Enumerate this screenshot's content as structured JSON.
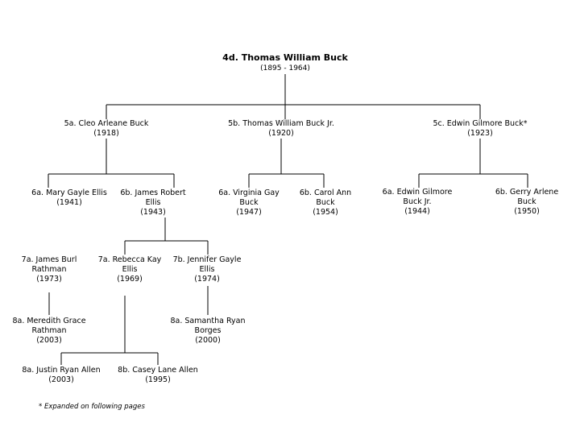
{
  "root": {
    "name": "4d. Thomas William Buck",
    "years": "(1895 - 1964)"
  },
  "gen5": [
    {
      "lines": [
        "5a. Cleo Arleane Buck"
      ],
      "years": "(1918)"
    },
    {
      "lines": [
        "5b. Thomas William Buck Jr."
      ],
      "years": "(1920)"
    },
    {
      "lines": [
        "5c. Edwin Gilmore Buck*"
      ],
      "years": "(1923)"
    }
  ],
  "gen6": [
    {
      "lines": [
        "6a. Mary Gayle Ellis"
      ],
      "years": "(1941)"
    },
    {
      "lines": [
        "6b. James Robert",
        "Ellis"
      ],
      "years": "(1943)"
    },
    {
      "lines": [
        "6a. Virginia Gay",
        "Buck"
      ],
      "years": "(1947)"
    },
    {
      "lines": [
        "6b. Carol Ann",
        "Buck"
      ],
      "years": "(1954)"
    },
    {
      "lines": [
        "6a. Edwin Gilmore",
        "Buck Jr."
      ],
      "years": "(1944)"
    },
    {
      "lines": [
        "6b. Gerry Arlene",
        "Buck"
      ],
      "years": "(1950)"
    }
  ],
  "gen7": [
    {
      "lines": [
        "7a. James Burl",
        "Rathman"
      ],
      "years": "(1973)"
    },
    {
      "lines": [
        "7a. Rebecca Kay",
        "Ellis"
      ],
      "years": "(1969)"
    },
    {
      "lines": [
        "7b. Jennifer Gayle",
        "Ellis"
      ],
      "years": "(1974)"
    }
  ],
  "gen8": [
    {
      "lines": [
        "8a. Meredith Grace",
        "Rathman"
      ],
      "years": "(2003)"
    },
    {
      "lines": [
        "8a. Samantha Ryan",
        "Borges"
      ],
      "years": "(2000)"
    },
    {
      "lines": [
        "8a. Justin Ryan Allen"
      ],
      "years": "(2003)"
    },
    {
      "lines": [
        "8b. Casey Lane Allen"
      ],
      "years": "(1995)"
    }
  ],
  "footnote": "* Expanded on following pages"
}
